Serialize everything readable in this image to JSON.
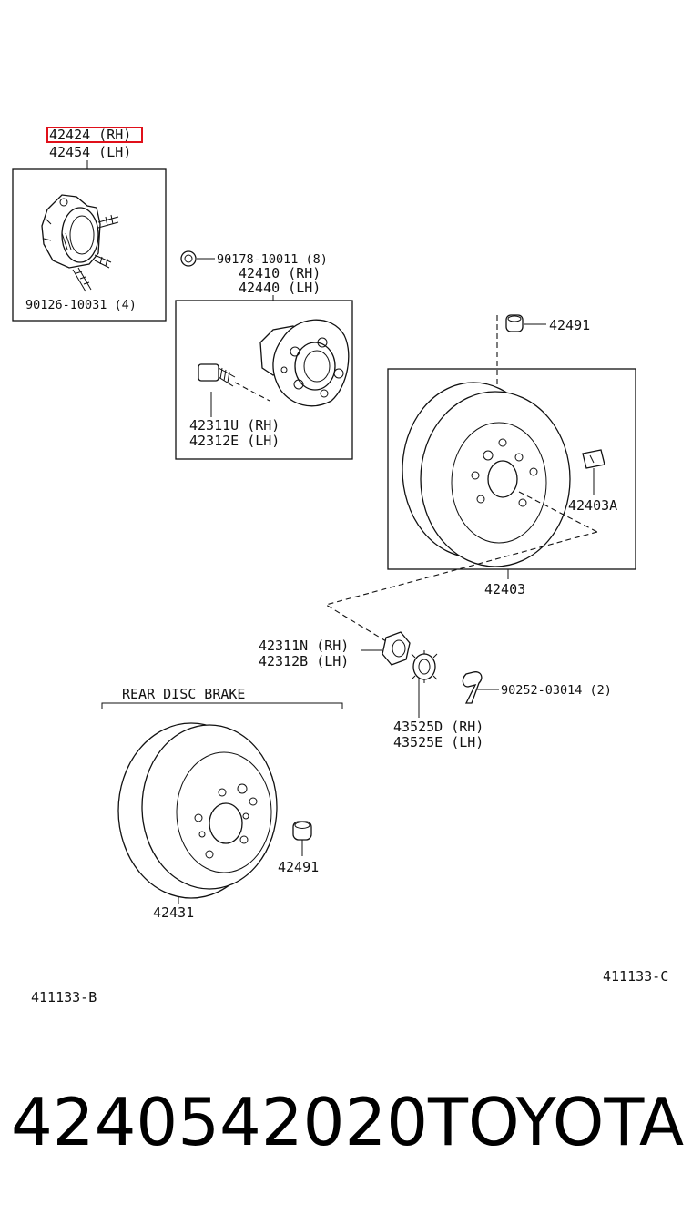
{
  "highlight_color": "#e0101a",
  "labels": {
    "hub_rh": "42424 (RH)",
    "hub_lh": "42454 (LH)",
    "hub_bolt": "90126-10031 (4)",
    "nut_8": "90178-10011 (8)",
    "hub_assy_rh": "42410 (RH)",
    "hub_assy_lh": "42440 (LH)",
    "hub_bolt_rh": "42311U (RH)",
    "hub_bolt_lh": "42312E (LH)",
    "plug_top": "42491",
    "drum_a": "42403A",
    "drum": "42403",
    "nut_rh": "42311N (RH)",
    "nut_lh": "42312B (LH)",
    "rear_disc_brake": "REAR DISC BRAKE",
    "cotter_pin": "90252-03014 (2)",
    "retainer_rh": "43525D (RH)",
    "retainer_lh": "43525E (LH)",
    "plug_bottom": "42491",
    "disc": "42431",
    "ref_c": "411133-C",
    "ref_b": "411133-B"
  },
  "footer": {
    "part_number": "4240542020",
    "brand": "TOYOTA"
  }
}
